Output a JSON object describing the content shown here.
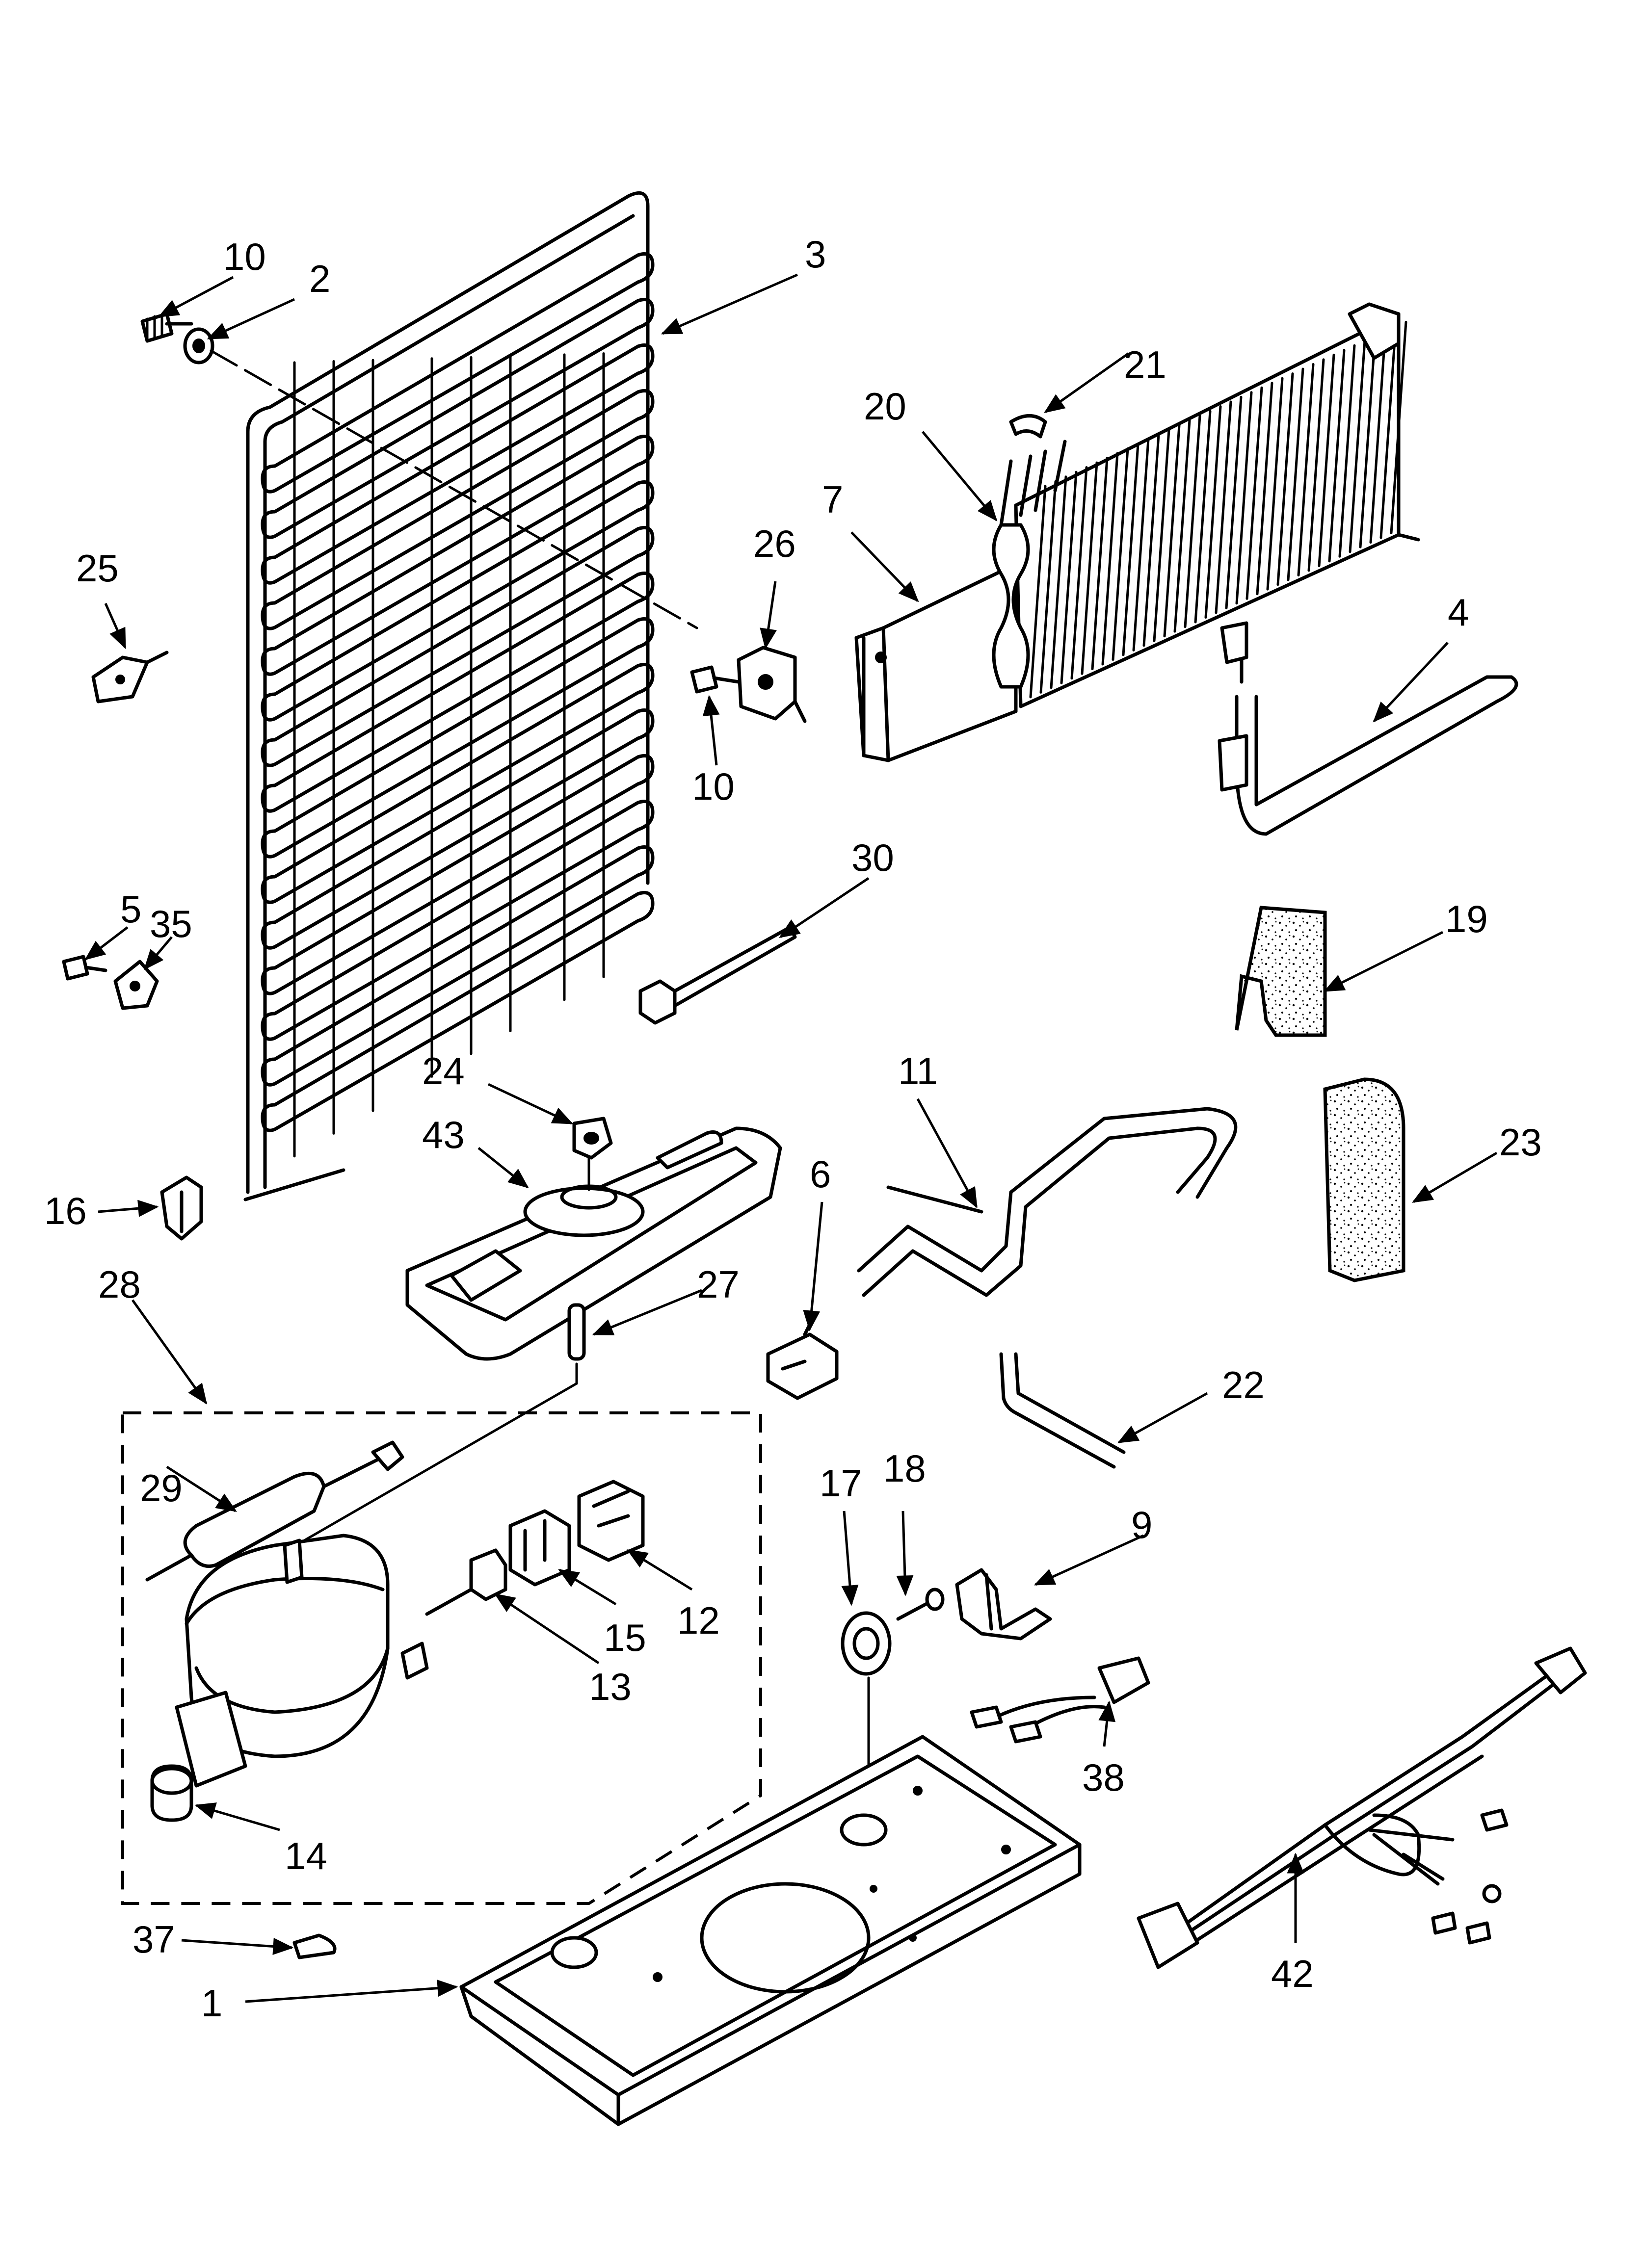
{
  "callouts": [
    {
      "id": "c10a",
      "label": "10"
    },
    {
      "id": "c2",
      "label": "2"
    },
    {
      "id": "c3",
      "label": "3"
    },
    {
      "id": "c21",
      "label": "21"
    },
    {
      "id": "c20",
      "label": "20"
    },
    {
      "id": "c7",
      "label": "7"
    },
    {
      "id": "c25",
      "label": "25"
    },
    {
      "id": "c26",
      "label": "26"
    },
    {
      "id": "c4",
      "label": "4"
    },
    {
      "id": "c10b",
      "label": "10"
    },
    {
      "id": "c30",
      "label": "30"
    },
    {
      "id": "c5",
      "label": "5"
    },
    {
      "id": "c35",
      "label": "35"
    },
    {
      "id": "c19",
      "label": "19"
    },
    {
      "id": "c24",
      "label": "24"
    },
    {
      "id": "c11",
      "label": "11"
    },
    {
      "id": "c43",
      "label": "43"
    },
    {
      "id": "c6",
      "label": "6"
    },
    {
      "id": "c23",
      "label": "23"
    },
    {
      "id": "c16",
      "label": "16"
    },
    {
      "id": "c28",
      "label": "28"
    },
    {
      "id": "c27",
      "label": "27"
    },
    {
      "id": "c22",
      "label": "22"
    },
    {
      "id": "c29",
      "label": "29"
    },
    {
      "id": "c17",
      "label": "17"
    },
    {
      "id": "c18",
      "label": "18"
    },
    {
      "id": "c9",
      "label": "9"
    },
    {
      "id": "c12",
      "label": "12"
    },
    {
      "id": "c15",
      "label": "15"
    },
    {
      "id": "c13",
      "label": "13"
    },
    {
      "id": "c38",
      "label": "38"
    },
    {
      "id": "c14",
      "label": "14"
    },
    {
      "id": "c42",
      "label": "42"
    },
    {
      "id": "c37",
      "label": "37"
    },
    {
      "id": "c1",
      "label": "1"
    }
  ]
}
